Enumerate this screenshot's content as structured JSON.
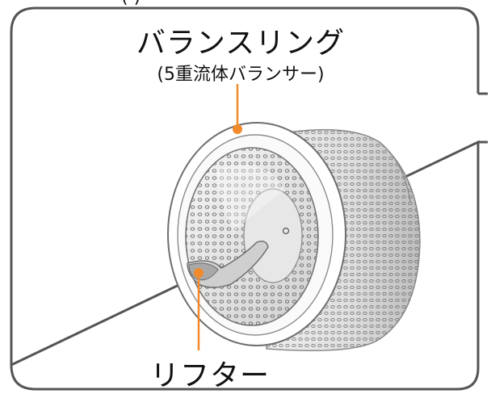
{
  "header_fragment": "(                    )",
  "labels": {
    "balance_ring": "バランスリング",
    "balance_ring_sub": "(5重流体バランサー)",
    "lifter": "リフター"
  },
  "colors": {
    "frame": "#555555",
    "leader": "#f08a2a",
    "drum": "#d9d9d9",
    "drum_dark": "#a9a9a9",
    "ring": "#ffffff"
  }
}
